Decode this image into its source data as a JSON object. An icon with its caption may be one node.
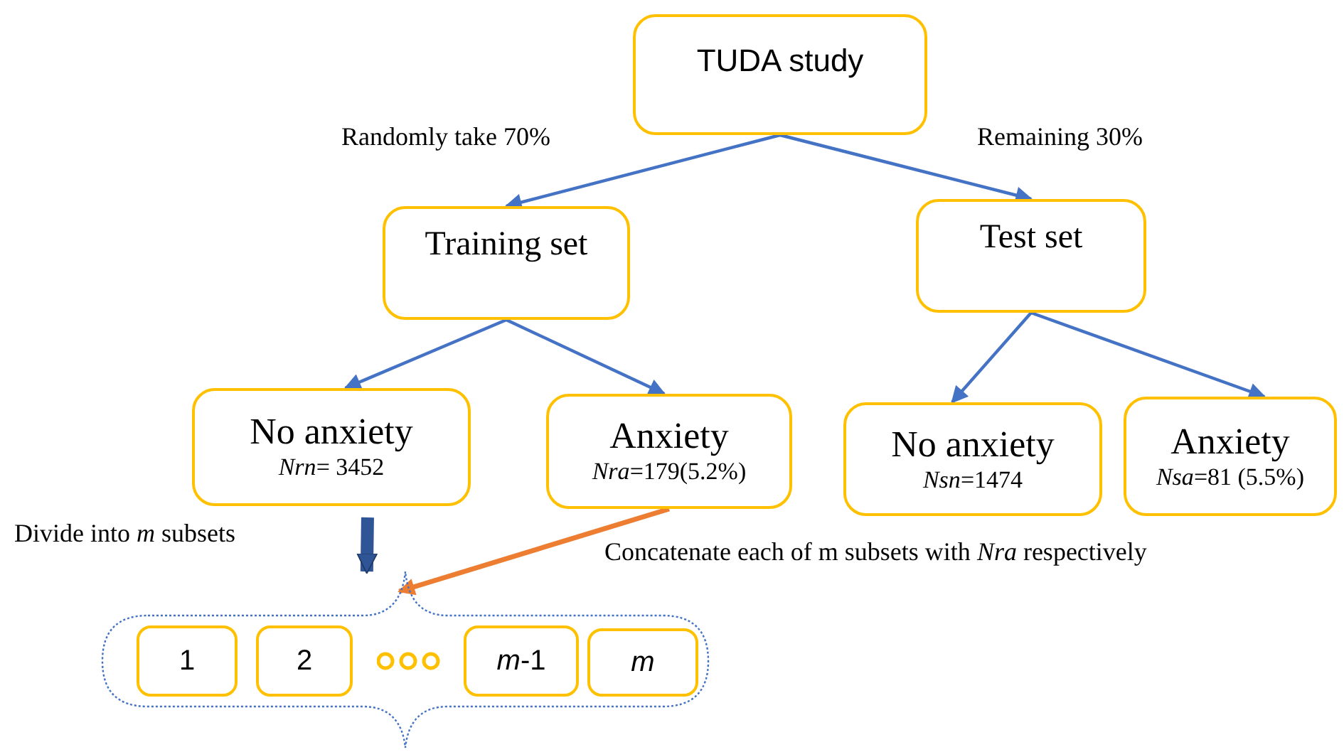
{
  "diagram": {
    "nodes": [
      {
        "text": [
          "TUDA study"
        ]
      },
      {
        "text": [
          "Training set"
        ]
      },
      {
        "text": [
          "Test set"
        ]
      },
      {
        "text": [
          "No anxiety",
          "*Nrn*= 3452"
        ]
      },
      {
        "text": [
          "Anxiety",
          "*Nra*=179(5.2%)"
        ]
      },
      {
        "text": [
          "No anxiety",
          "*Nsn*=1474"
        ]
      },
      {
        "text": [
          "Anxiety",
          "*Nsa*=81 (5.5%)"
        ]
      },
      {
        "text": [],
        "shape": "box"
      },
      {
        "text": [
          "1"
        ],
        "in": 7
      },
      {
        "text": [
          "2"
        ],
        "in": 7
      },
      {
        "text": [
          "*m*-1"
        ],
        "in": 7
      },
      {
        "text": [
          "m"
        ],
        "in": 7
      }
    ],
    "edges": [
      {
        "from": 0,
        "to": 1,
        "arrow": "to"
      },
      {
        "from": 0,
        "to": 2,
        "arrow": "to"
      },
      {
        "from": 1,
        "to": 3,
        "arrow": "to"
      },
      {
        "from": 1,
        "to": 4,
        "arrow": "to"
      },
      {
        "from": 2,
        "to": 5,
        "arrow": "to"
      },
      {
        "from": 2,
        "to": 6,
        "arrow": "to"
      },
      {
        "from": 3,
        "to": 7,
        "arrow": "to",
        "style": "thick",
        "color": "#2f5597"
      },
      {
        "from": 4,
        "to": 7,
        "arrow": "to",
        "color": "#ed7d31"
      }
    ],
    "labels": [
      "Randomly take 70%",
      "Remaining 30%",
      "Divide into *m* subsets",
      "Concatenate each of m subsets with *Nra* respectively"
    ]
  }
}
